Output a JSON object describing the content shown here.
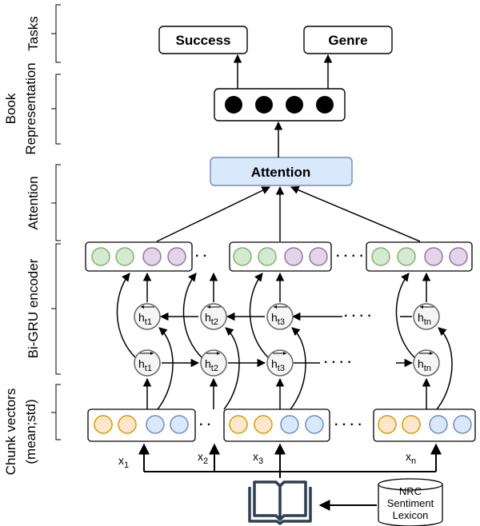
{
  "tasks": {
    "success": "Success",
    "genre": "Genre"
  },
  "attention": "Attention",
  "side_labels": {
    "tasks": "Tasks",
    "book_rep_line1": "Book",
    "book_rep_line2": "Representation",
    "attention": "Attention",
    "encoder": "Bi-GRU encoder",
    "chunk_line1": "Chunk vectors",
    "chunk_line2": "(mean;std)"
  },
  "hidden_nodes": {
    "backward": [
      "h",
      "h",
      "h",
      "h"
    ],
    "backward_sub": [
      "t1",
      "t2",
      "t3",
      "tn"
    ],
    "forward": [
      "h",
      "h",
      "h",
      "h"
    ],
    "forward_sub": [
      "t1",
      "t2",
      "t3",
      "tn"
    ]
  },
  "inputs": {
    "x1": "x",
    "x1_sub": "1",
    "x2": "x",
    "x2_sub": "2",
    "x3": "x",
    "x3_sub": "3",
    "xn": "x",
    "xn_sub": "n"
  },
  "lexicon": {
    "line1": "NRC",
    "line2": "Sentiment",
    "line3": "Lexicon"
  },
  "colors": {
    "green": "#d5e8d4",
    "green_stroke": "#82b366",
    "purple": "#e1d5e7",
    "purple_stroke": "#9673a6",
    "orange": "#ffe6cc",
    "orange_stroke": "#d79b00",
    "blue": "#dae8fc",
    "blue_stroke": "#6c8ebf",
    "attention_fill": "#dae8fc",
    "book_icon": "#2d3e50"
  }
}
